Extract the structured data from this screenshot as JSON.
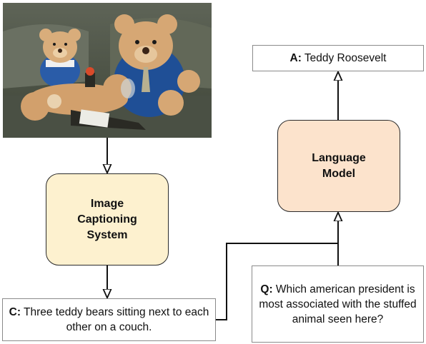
{
  "photo": {
    "icon": "teddy-bears-photo"
  },
  "captioning_system": {
    "label": "Image Captioning System"
  },
  "language_model": {
    "label": "Language Model"
  },
  "answer": {
    "prefix": "A:",
    "text": " Teddy Roosevelt"
  },
  "caption": {
    "prefix": "C:",
    "text": " Three teddy bears sitting next to each other on a couch."
  },
  "question": {
    "prefix": "Q:",
    "text": " Which american president is most associated with the stuffed animal seen here?"
  }
}
